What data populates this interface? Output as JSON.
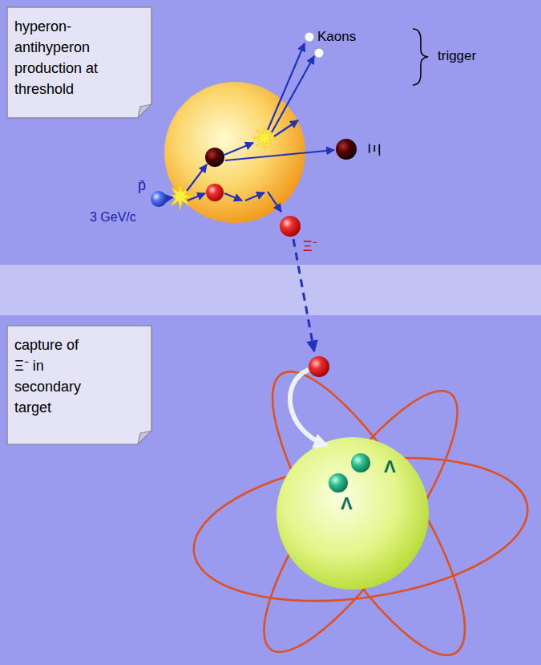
{
  "diagram": {
    "nodes": [
      {
        "text": [
          "hyperon-antihyperon production at threshold"
        ]
      },
      {
        "text": [
          "capture of Ξ⁻ in secondary target"
        ]
      },
      {
        "text": [
          "Λ",
          "Λ"
        ]
      }
    ],
    "labels": [
      "Kaons",
      "Ξ̄",
      "trigger",
      "p̄",
      "3 GeV/c",
      "Ξ⁻"
    ]
  }
}
